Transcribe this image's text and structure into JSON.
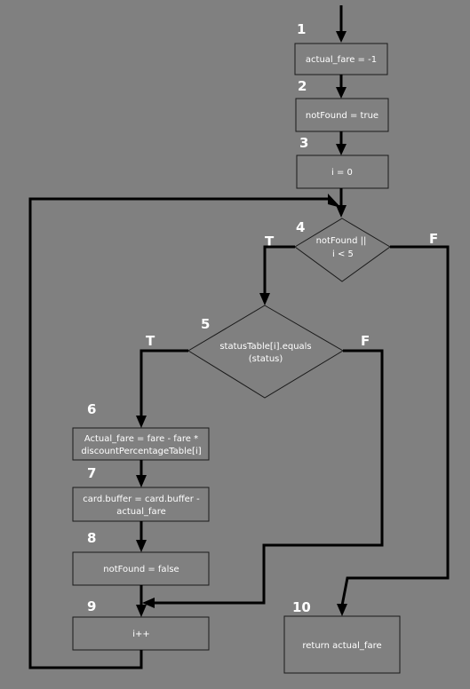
{
  "nodes": [
    {
      "id": "n1",
      "number": "1",
      "lines": [
        "actual_fare = -1"
      ]
    },
    {
      "id": "n2",
      "number": "2",
      "lines": [
        "notFound = true"
      ]
    },
    {
      "id": "n3",
      "number": "3",
      "lines": [
        "i = 0"
      ]
    },
    {
      "id": "n4",
      "number": "4",
      "lines": [
        "notFound ||",
        "i < 5"
      ]
    },
    {
      "id": "n5",
      "number": "5",
      "lines": [
        "statusTable[i].equals",
        "(status)"
      ]
    },
    {
      "id": "n6",
      "number": "6",
      "lines": [
        "Actual_fare = fare - fare *",
        "discountPercentageTable[i]"
      ]
    },
    {
      "id": "n7",
      "number": "7",
      "lines": [
        "card.buffer = card.buffer -",
        "actual_fare"
      ]
    },
    {
      "id": "n8",
      "number": "8",
      "lines": [
        "notFound = false"
      ]
    },
    {
      "id": "n9",
      "number": "9",
      "lines": [
        "i++"
      ]
    },
    {
      "id": "n10",
      "number": "10",
      "lines": [
        "return actual_fare"
      ]
    }
  ],
  "branch_labels": {
    "d4_true": "T",
    "d4_false": "F",
    "d5_true": "T",
    "d5_false": "F"
  },
  "colors": {
    "background": "#808080",
    "edge": "#000000",
    "text": "#ffffff"
  }
}
